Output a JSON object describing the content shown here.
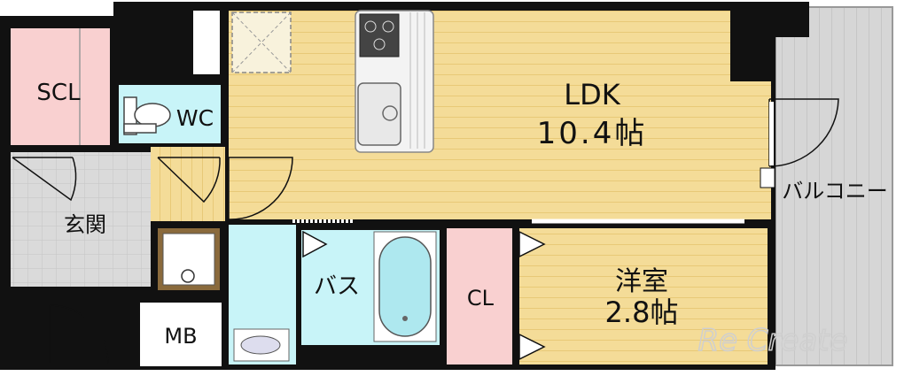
{
  "rooms": {
    "scl": "SCL",
    "wc": "WC",
    "ldk_name": "LDK",
    "ldk_size": "10.4帖",
    "entrance": "玄関",
    "balcony": "バルコニー",
    "bath": "バス",
    "closet": "CL",
    "western_name": "洋室",
    "western_size": "2.8帖",
    "mb": "MB"
  },
  "watermark": "Re Create",
  "colors": {
    "wall": "#111111",
    "floor_wood": "#f4dc98",
    "floor_stripe": "#e9cb78",
    "tile": "#d8d8d8",
    "wet": "#c8f4f8",
    "storage": "#f9d0d0",
    "balcony": "#d4d4d4"
  }
}
